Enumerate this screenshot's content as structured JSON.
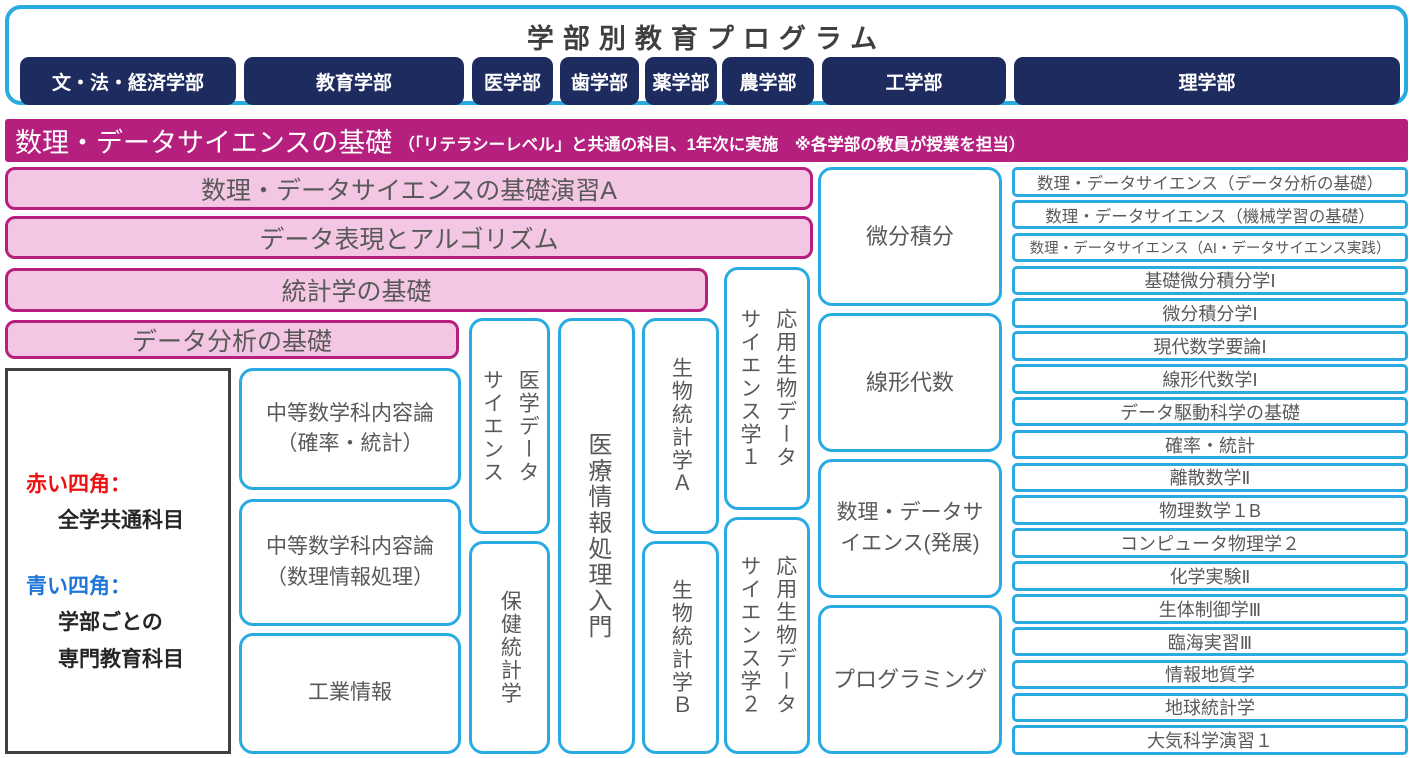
{
  "header": {
    "title": "学部別教育プログラム",
    "faculties": [
      "文・法・経済学部",
      "教育学部",
      "医学部",
      "歯学部",
      "薬学部",
      "農学部",
      "工学部",
      "理学部"
    ]
  },
  "banner": {
    "title": "数理・データサイエンスの基礎",
    "note": "（「リテラシーレベル」と共通の科目、1年次に実施　※各学部の教員が授業を担当）"
  },
  "common_courses": [
    "数理・データサイエンスの基礎演習A",
    "データ表現とアルゴリズム",
    "統計学の基礎",
    "データ分析の基礎"
  ],
  "legend": {
    "red_label": "赤い四角：",
    "red_desc": "全学共通科目",
    "blue_label": "青い四角：",
    "blue_desc": "学部ごとの\n専門教育科目"
  },
  "faculty_courses": {
    "education": [
      "中等数学科内容論\n（確率・統計）",
      "中等数学科内容論\n（数理情報処理）",
      "工業情報"
    ],
    "medicine": [
      "医学データ\nサイエンス",
      "保健統計学"
    ],
    "dentistry": [
      "医療情報処理入門"
    ],
    "pharmacy": [
      "生物統計学Ａ",
      "生物統計学Ｂ"
    ],
    "agriculture": [
      "応用生物データ\nサイエンス学１",
      "応用生物データ\nサイエンス学２"
    ],
    "engineering": [
      "微分積分",
      "線形代数",
      "数理・データサ\nイエンス(発展)",
      "プログラミング"
    ],
    "science": [
      "数理・データサイエンス（データ分析の基礎）",
      "数理・データサイエンス（機械学習の基礎）",
      "数理・データサイエンス（AI・データサイエンス実践）",
      "基礎微分積分学Ⅰ",
      "微分積分学Ⅰ",
      "現代数学要論Ⅰ",
      "線形代数学Ⅰ",
      "データ駆動科学の基礎",
      "確率・統計",
      "離散数学Ⅱ",
      "物理数学１B",
      "コンピュータ物理学２",
      "化学実験Ⅱ",
      "生体制御学Ⅲ",
      "臨海実習Ⅲ",
      "情報地質学",
      "地球統計学",
      "大気科学演習１"
    ]
  },
  "colors": {
    "navy": "#1d2b5f",
    "magenta": "#b51f7d",
    "pink_fill": "#f3c7e3",
    "cyan": "#29abe2",
    "text_gray": "#595959",
    "legend_red": "#ee1111",
    "legend_blue": "#2176d9",
    "title_gray": "#3f3f3f"
  }
}
